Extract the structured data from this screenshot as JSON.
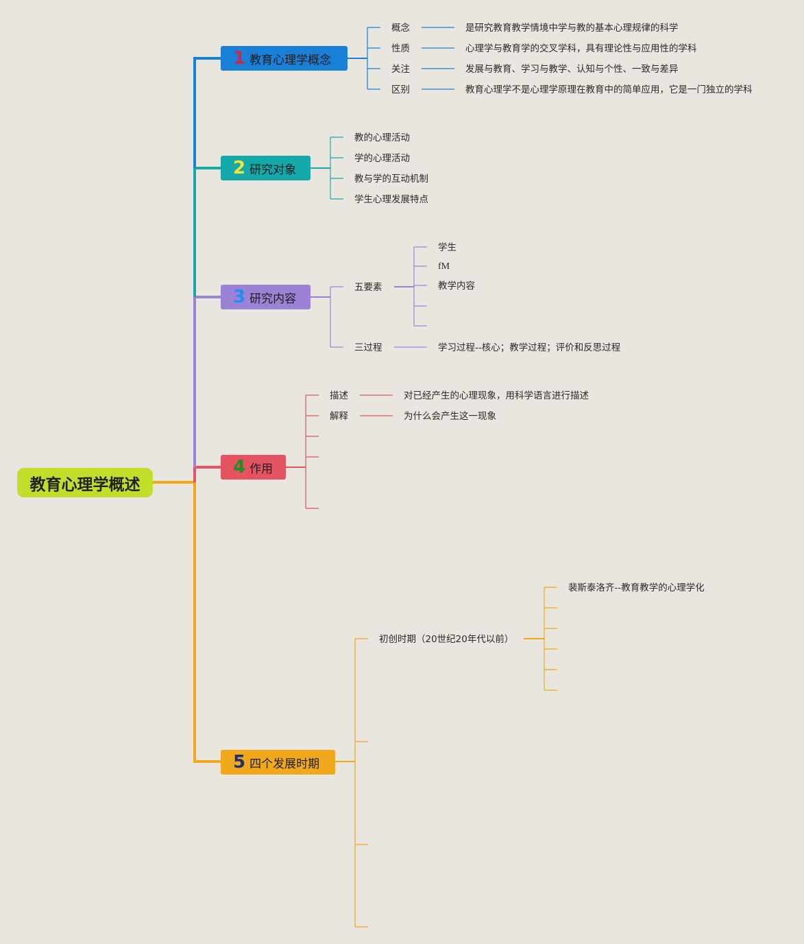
{
  "root": {
    "label": "教育心理学概述"
  },
  "branches": [
    {
      "num": "1",
      "label": "教育心理学概念",
      "color": "#1a7fd6",
      "num_color": "#d8243c",
      "terms": [
        "概念",
        "性质",
        "关注",
        "区别"
      ],
      "defs": [
        "是研究教育教学情境中学与教的基本心理规律的科学",
        "心理学与教育学的交叉学科，具有理论性与应用性的学科",
        "发展与教育、学习与教学、认知与个性、一致与差异",
        "教育心理学不是心理学原理在教育中的简单应用，它是一门独立的学科"
      ]
    },
    {
      "num": "2",
      "label": "研究对象",
      "color": "#14a9a8",
      "num_color": "#f2e23a",
      "items": [
        "教的心理活动",
        "学的心理活动",
        "教与学的互动机制",
        "学生心理发展特点"
      ]
    },
    {
      "num": "3",
      "label": "研究内容",
      "color": "#9b82d6",
      "num_color": "#1f8ef0",
      "five": {
        "label": "五要素",
        "items": [
          "学生",
          "fM",
          "教学内容"
        ]
      },
      "three": {
        "label": "三过程",
        "text": "学习过程--核心；教学过程；评价和反思过程"
      }
    },
    {
      "num": "4",
      "label": "作用",
      "color": "#e35362",
      "num_color": "#1f8f1f",
      "terms": [
        "描述",
        "解释"
      ],
      "defs": [
        "对已经产生的心理现象，用科学语言进行描述",
        "为什么会产生这一现象"
      ]
    },
    {
      "num": "5",
      "label": "四个发展时期",
      "color": "#f0a81c",
      "num_color": "#1f3070",
      "period1": {
        "label": "初创时期（20世纪20年代以前）",
        "items": [
          "裴斯泰洛齐--教育教学的心理学化"
        ]
      }
    }
  ]
}
